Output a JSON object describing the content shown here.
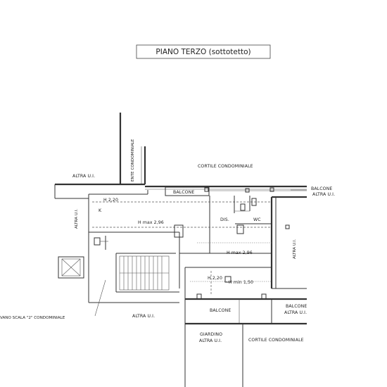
{
  "title": "PIANO TERZO (sottotetto)",
  "labels": {
    "altra_ui_top_left": "ALTRA U.I.",
    "ente_condominiale": "ENTE CONDOMINIALE",
    "cortile_condominiale_top": "CORTILE CONDOMINIALE",
    "balcone_top": "BALCONE",
    "balcone_altra_ui_right_1": "BALCONE",
    "balcone_altra_ui_right_2": "ALTRA U.I.",
    "altra_ui_left_vertical": "ALTRA U.I.",
    "h_220_top": "H 2,20",
    "k_room": "K",
    "h_max_top": "H max 2,96",
    "dis": "DIS.",
    "wc": "WC",
    "altra_ui_right_vertical": "ALTRA U.I.",
    "h_max_mid": "H max 2,96",
    "h_220_bottom": "H 2,20",
    "h_min": "H min 1,50",
    "vano_scala": "VANO SCALA \"2\" CONDOMINIALE",
    "altra_ui_bottom": "ALTRA U.I.",
    "balcone_bottom": "BALCONE",
    "balcone_altra_ui_bottom_1": "BALCONE",
    "balcone_altra_ui_bottom_2": "ALTRA U.I.",
    "giardino_1": "GIARDINO",
    "giardino_2": "ALTRA U.I.",
    "cortile_condominiale_bottom": "CORTILE CONDOMINIALE"
  }
}
